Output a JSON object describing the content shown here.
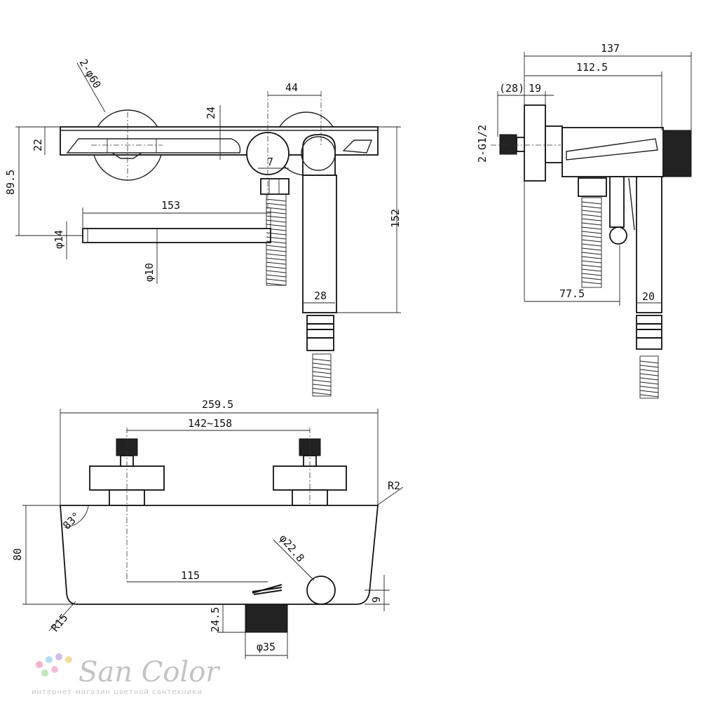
{
  "front_view": {
    "dims": {
      "d_2phi60": "2-φ60",
      "d_44": "44",
      "d_24": "24",
      "d_22": "22",
      "d_895": "89.5",
      "d_7": "7",
      "d_153": "153",
      "d_152": "152",
      "d_phi14": "φ14",
      "d_phi10": "φ10",
      "d_28": "28"
    }
  },
  "side_view": {
    "dims": {
      "d_137": "137",
      "d_1125": "112.5",
      "d_28p": "(28)",
      "d_19": "19",
      "d_g12": "2-G1/2",
      "d_775": "77.5",
      "d_20": "20"
    }
  },
  "top_view": {
    "dims": {
      "d_2595": "259.5",
      "d_142158": "142~158",
      "d_r2": "R2",
      "d_83": "83°",
      "d_80": "80",
      "d_phi228": "φ22.8",
      "d_115": "115",
      "d_9": "9",
      "d_r15": "R15",
      "d_245": "24.5",
      "d_phi35": "φ35"
    }
  },
  "watermark": {
    "brand": "San Color",
    "tagline": "интернет-магазин цветной сантехники",
    "dot_colors": [
      "#f6a5c0",
      "#a8d8f0",
      "#c9b3e6",
      "#f7d58a",
      "#b5e3b0",
      "#f2b3d6"
    ]
  }
}
